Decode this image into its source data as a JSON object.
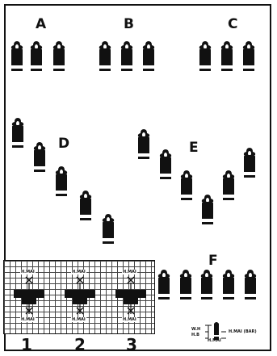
{
  "groups": {
    "a": "A",
    "b": "B",
    "c": "C",
    "d": "D",
    "e": "E",
    "f": "F"
  },
  "grid_panel": {
    "numbers": [
      "1",
      "2",
      "3"
    ],
    "top_tag": "H.MAI",
    "bottom_tag": "H.MAI"
  },
  "legend": {
    "left_upper": "W.H",
    "left_lower": "H.B",
    "center": "H.MAI",
    "right": "H.MAI (BAR)"
  },
  "colors": {
    "ink": "#111111",
    "paper": "#ffffff"
  },
  "icons": {
    "mark": "figure-icon",
    "cross": "x-mark-icon"
  }
}
